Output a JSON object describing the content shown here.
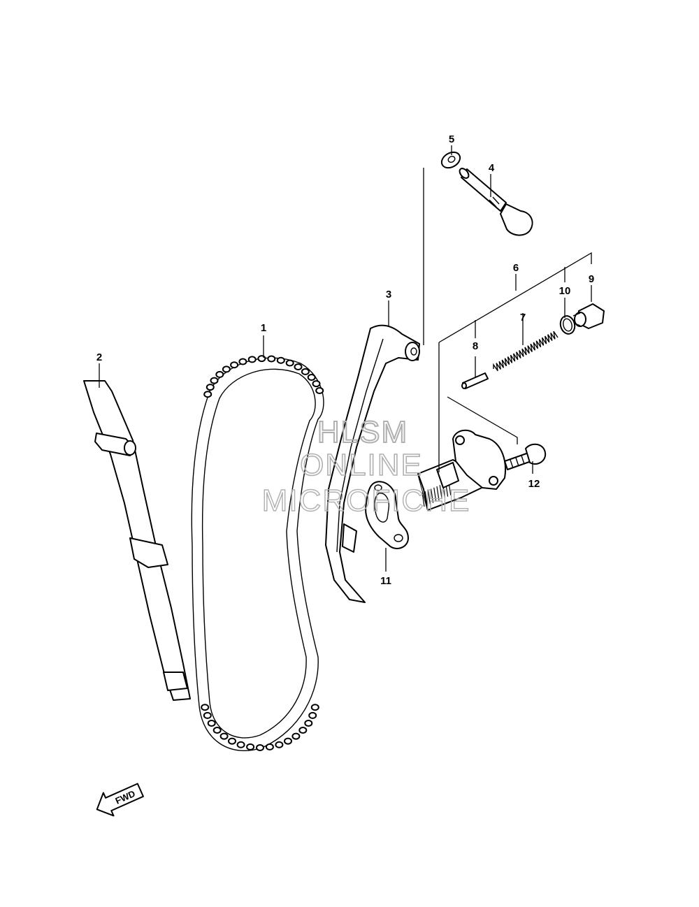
{
  "diagram": {
    "callouts": [
      {
        "id": "1",
        "label": "1"
      },
      {
        "id": "2",
        "label": "2"
      },
      {
        "id": "3",
        "label": "3"
      },
      {
        "id": "4",
        "label": "4"
      },
      {
        "id": "5",
        "label": "5"
      },
      {
        "id": "6",
        "label": "6"
      },
      {
        "id": "7",
        "label": "7"
      },
      {
        "id": "8",
        "label": "8"
      },
      {
        "id": "9",
        "label": "9"
      },
      {
        "id": "10",
        "label": "10"
      },
      {
        "id": "11",
        "label": "11"
      },
      {
        "id": "12",
        "label": "12"
      }
    ],
    "direction_indicator": {
      "label": "FWD",
      "icon": "arrow-fwd-icon"
    },
    "watermark": {
      "lines": [
        "HLSM",
        "ONLINE",
        "MICROFICHE"
      ],
      "color": "#b0b0b0"
    }
  }
}
